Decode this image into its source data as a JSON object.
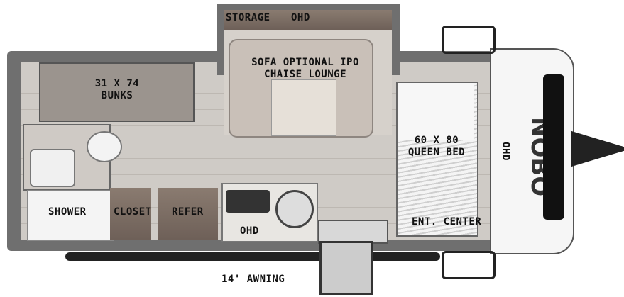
{
  "title": "NOBO travel trailer floorplan",
  "brand_logo": "NOBO",
  "labels": {
    "storage": "STORAGE",
    "ohd_top": "OHD",
    "sofa": "SOFA OPTIONAL IPO\nCHAISE LOUNGE",
    "bunks": "31 X 74\nBUNKS",
    "queen_bed": "60 X 80\nQUEEN BED",
    "ohd_front": "OHD",
    "shower": "SHOWER",
    "closet": "CLOSET",
    "refer": "REFER",
    "ohd_bottom": "OHD",
    "ent_center": "ENT. CENTER",
    "awning": "14' AWNING"
  },
  "colors": {
    "wall": "#6f6f6f",
    "floor": "#cfcbc6",
    "wood": "#7a6b61"
  }
}
